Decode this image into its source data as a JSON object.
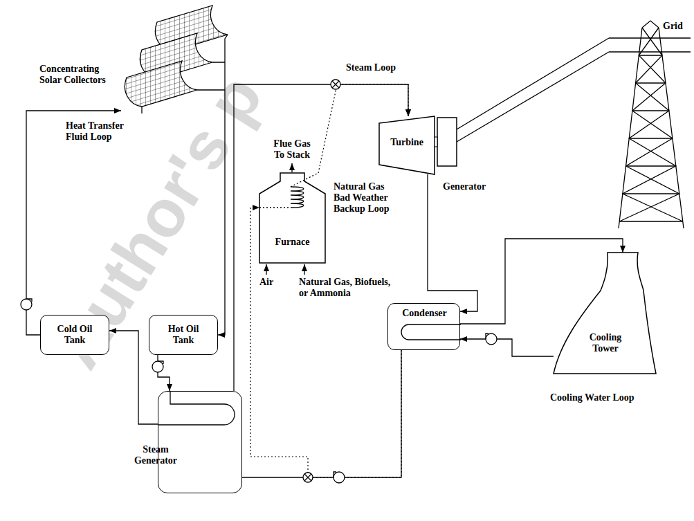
{
  "diagram": {
    "nodes": [
      {
        "text": [
          "Concentrating Solar Collectors"
        ]
      },
      {
        "text": [
          "Grid"
        ]
      },
      {
        "text": [
          "Turbine"
        ]
      },
      {
        "text": [
          "Generator"
        ]
      },
      {
        "text": [
          "Furnace"
        ]
      },
      {
        "text": [
          "Cold Oil Tank"
        ]
      },
      {
        "text": [
          "Hot Oil Tank"
        ]
      },
      {
        "text": [
          "Condenser"
        ]
      },
      {
        "text": [
          "Cooling Tower"
        ]
      },
      {
        "text": [
          "Steam Generator"
        ]
      }
    ],
    "edges": [
      {
        "from": 5,
        "to": 0,
        "arrow": "to"
      },
      {
        "from": 0,
        "to": 6,
        "arrow": "to"
      },
      {
        "from": 6,
        "to": 9,
        "arrow": "to"
      },
      {
        "from": 9,
        "to": 5,
        "arrow": "to"
      },
      {
        "from": 9,
        "to": 2,
        "arrow": "to"
      },
      {
        "from": 4,
        "to": 2,
        "arrow": "to"
      },
      {
        "from": 2,
        "to": 7,
        "arrow": "to"
      },
      {
        "from": 7,
        "to": 9,
        "arrow": "to"
      },
      {
        "from": 7,
        "to": 4,
        "arrow": "to"
      },
      {
        "from": 7,
        "to": 8,
        "arrow": "to"
      },
      {
        "from": 8,
        "to": 7,
        "arrow": "to"
      },
      {
        "from": 3,
        "to": 1,
        "arrow": "none"
      }
    ],
    "labels": [
      "Heat Transfer Fluid Loop",
      "Steam Loop",
      "Flue Gas To Stack",
      "Natural Gas Bad Weather Backup Loop",
      "Air",
      "Natural Gas, Biofuels, or Ammonia",
      "Cooling Water Loop",
      "Author's p"
    ]
  }
}
